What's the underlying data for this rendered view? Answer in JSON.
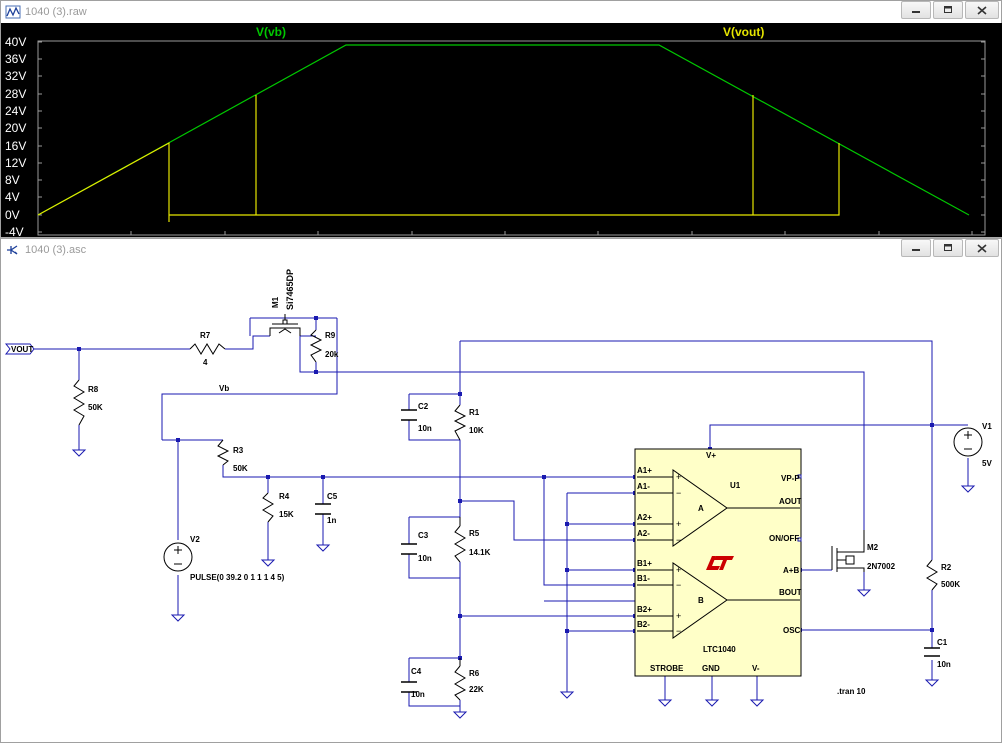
{
  "waveform_window": {
    "title": "1040 (3).raw",
    "y_ticks": [
      "40V",
      "36V",
      "32V",
      "28V",
      "24V",
      "20V",
      "16V",
      "12V",
      "8V",
      "4V",
      "0V",
      "-4V"
    ],
    "traces": [
      {
        "name": "V(vb)",
        "color": "#00c800"
      },
      {
        "name": "V(vout)",
        "color": "#e6e600"
      }
    ]
  },
  "schematic_window": {
    "title": "1040 (3).asc",
    "labels": {
      "vout_flag": "VOUT",
      "vb_net": "Vb",
      "r7": "R7",
      "r7_val": "4",
      "m1": "M1",
      "m1_model": "Si7465DP",
      "r9": "R9",
      "r9_val": "20k",
      "r8": "R8",
      "r8_val": "50K",
      "r3": "R3",
      "r3_val": "50K",
      "r4": "R4",
      "r4_val": "15K",
      "c5": "C5",
      "c5_val": "1n",
      "v2": "V2",
      "v2_val": "PULSE(0 39.2 0 1 1 1 4 5)",
      "c2": "C2",
      "c2_val": "10n",
      "r1": "R1",
      "r1_val": "10K",
      "c3": "C3",
      "c3_val": "10n",
      "r5": "R5",
      "r5_val": "14.1K",
      "c4": "C4",
      "c4_val": "10n",
      "r6": "R6",
      "r6_val": "22K",
      "u1": "U1",
      "u1_part": "LTC1040",
      "pin_vplus": "V+",
      "pin_a1p": "A1+",
      "pin_a1m": "A1-",
      "pin_a2p": "A2+",
      "pin_a2m": "A2-",
      "pin_b1p": "B1+",
      "pin_b1m": "B1-",
      "pin_b2p": "B2+",
      "pin_b2m": "B2-",
      "pin_vpp": "VP-P",
      "pin_aout": "AOUT",
      "pin_onoff": "ON/OFF",
      "pin_apb": "A+B",
      "pin_bout": "BOUT",
      "pin_osc": "OSC",
      "pin_strobe": "STROBE",
      "pin_gnd": "GND",
      "pin_vminus": "V-",
      "comp_a": "A",
      "comp_b": "B",
      "m2": "M2",
      "m2_model": "2N7002",
      "v1": "V1",
      "v1_val": "5V",
      "r2": "R2",
      "r2_val": "500K",
      "c1": "C1",
      "c1_val": "10n",
      "tran": ".tran 10"
    }
  }
}
